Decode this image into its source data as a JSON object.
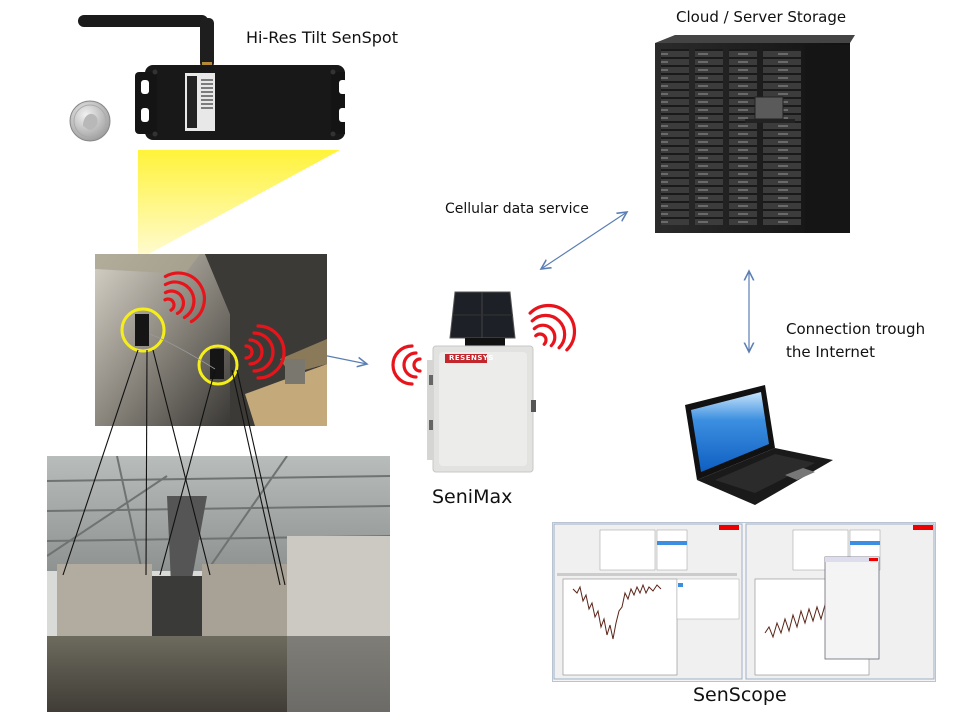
{
  "labels": {
    "senspot": "Hi-Res Tilt SenSpot",
    "cloud": "Cloud / Server Storage",
    "cellular": "Cellular data service",
    "internet_line1": "Connection trough",
    "internet_line2": "the Internet",
    "senimax": "SeniMax",
    "senscope": "SenScope"
  },
  "branding": {
    "logo_text": "RESENSYS"
  },
  "components": [
    {
      "id": "senspot",
      "icon": "tilt-sensor-device-icon"
    },
    {
      "id": "quarter",
      "icon": "coin-icon"
    },
    {
      "id": "bridge-closeup",
      "icon": "sensor-closeup-photo"
    },
    {
      "id": "bridge",
      "icon": "bridge-photo"
    },
    {
      "id": "senimax",
      "icon": "solar-gateway-icon"
    },
    {
      "id": "servers",
      "icon": "server-rack-icon"
    },
    {
      "id": "laptop",
      "icon": "laptop-icon"
    },
    {
      "id": "senscope",
      "icon": "software-screenshot"
    }
  ],
  "colors": {
    "signal": "#e8141c",
    "arrow": "#5b7fb5",
    "highlight": "#f5ee1a",
    "beam": "#fff36b"
  }
}
